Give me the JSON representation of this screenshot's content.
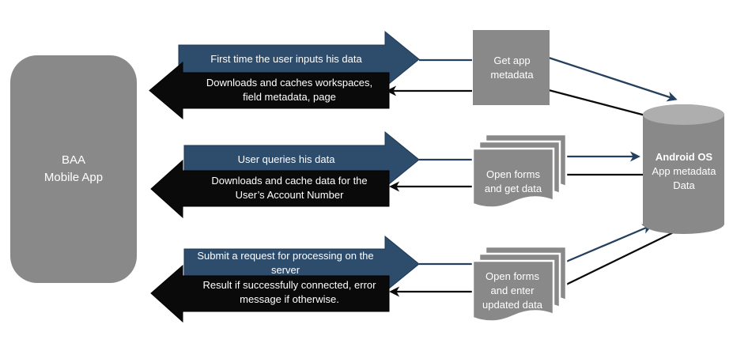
{
  "colors": {
    "arrow_blue": "#2e4c6b",
    "arrow_black": "#0a0a0a",
    "line_blue": "#24405e",
    "line_black": "#0a0a0a",
    "shape_gray": "#898989",
    "cylinder_top_gray": "#aeaeae",
    "label_white": "#ffffff"
  },
  "app": {
    "line1": "BAA",
    "line2": "Mobile App"
  },
  "flows": [
    {
      "request": "First time the user inputs his data",
      "response": "Downloads and caches workspaces, field metadata, page",
      "process": "Get app metadata"
    },
    {
      "request": "User queries his data",
      "response": "Downloads and cache data for the User’s Account Number",
      "process": "Open forms and get data"
    },
    {
      "request": "Submit a request for processing on the server",
      "response": "Result if successfully connected, error message if otherwise.",
      "process": "Open forms and enter updated data"
    }
  ],
  "database": {
    "line1": "Android OS",
    "line2": "App metadata",
    "line3": "Data"
  }
}
